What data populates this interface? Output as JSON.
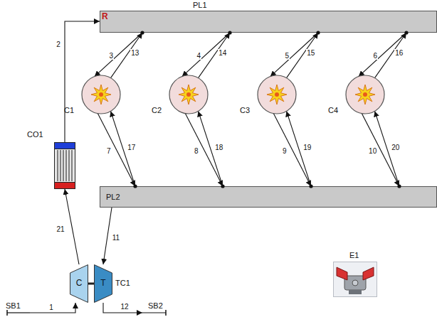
{
  "diagram": {
    "nodes": [
      {
        "text": [
          "PL1"
        ]
      },
      {
        "text": [
          "C1"
        ]
      },
      {
        "text": [
          "C2"
        ]
      },
      {
        "text": [
          "C3"
        ]
      },
      {
        "text": [
          "C4"
        ]
      },
      {
        "text": [
          "PL2"
        ]
      },
      {
        "text": [
          "CO1"
        ]
      },
      {
        "text": [
          "TC1"
        ]
      },
      {
        "text": [
          "C"
        ],
        "in": 7
      },
      {
        "text": [
          "T"
        ],
        "in": 7
      },
      {
        "text": [
          "E1"
        ]
      },
      {
        "text": [
          "SB1"
        ]
      },
      {
        "text": [
          "SB2"
        ]
      }
    ],
    "edges": [
      {
        "from": 11,
        "to": 8,
        "arrow": "to",
        "label": "1"
      },
      {
        "from": 8,
        "to": 6,
        "arrow": "to",
        "label": "21"
      },
      {
        "from": 6,
        "to": 0,
        "arrow": "to",
        "label": "2"
      },
      {
        "from": 0,
        "to": 1,
        "arrow": "to",
        "label": "3"
      },
      {
        "from": 0,
        "to": 2,
        "arrow": "to",
        "label": "4"
      },
      {
        "from": 0,
        "to": 3,
        "arrow": "to",
        "label": "5"
      },
      {
        "from": 0,
        "to": 4,
        "arrow": "to",
        "label": "6"
      },
      {
        "from": 1,
        "to": 5,
        "arrow": "to",
        "label": "7"
      },
      {
        "from": 2,
        "to": 5,
        "arrow": "to",
        "label": "8"
      },
      {
        "from": 3,
        "to": 5,
        "arrow": "to",
        "label": "9"
      },
      {
        "from": 4,
        "to": 5,
        "arrow": "to",
        "label": "10"
      },
      {
        "from": 5,
        "to": 9,
        "arrow": "to",
        "label": "11"
      },
      {
        "from": 9,
        "to": 12,
        "arrow": "to",
        "label": "12"
      },
      {
        "from": 1,
        "to": 0,
        "arrow": "to",
        "label": "13"
      },
      {
        "from": 2,
        "to": 0,
        "arrow": "to",
        "label": "14"
      },
      {
        "from": 3,
        "to": 0,
        "arrow": "to",
        "label": "15"
      },
      {
        "from": 4,
        "to": 0,
        "arrow": "to",
        "label": "16"
      },
      {
        "from": 5,
        "to": 1,
        "arrow": "to",
        "label": "17"
      },
      {
        "from": 5,
        "to": 2,
        "arrow": "to",
        "label": "18"
      },
      {
        "from": 5,
        "to": 3,
        "arrow": "to",
        "label": "19"
      },
      {
        "from": 5,
        "to": 4,
        "arrow": "to",
        "label": "20"
      }
    ],
    "labels": [
      "R"
    ]
  }
}
